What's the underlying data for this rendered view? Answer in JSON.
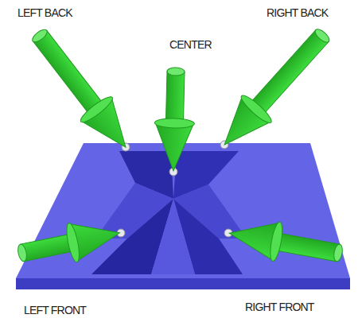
{
  "diagram": {
    "labels": [
      "LEFT BACK",
      "CENTER",
      "RIGHT BACK",
      "LEFT FRONT",
      "RIGHT FRONT"
    ]
  }
}
